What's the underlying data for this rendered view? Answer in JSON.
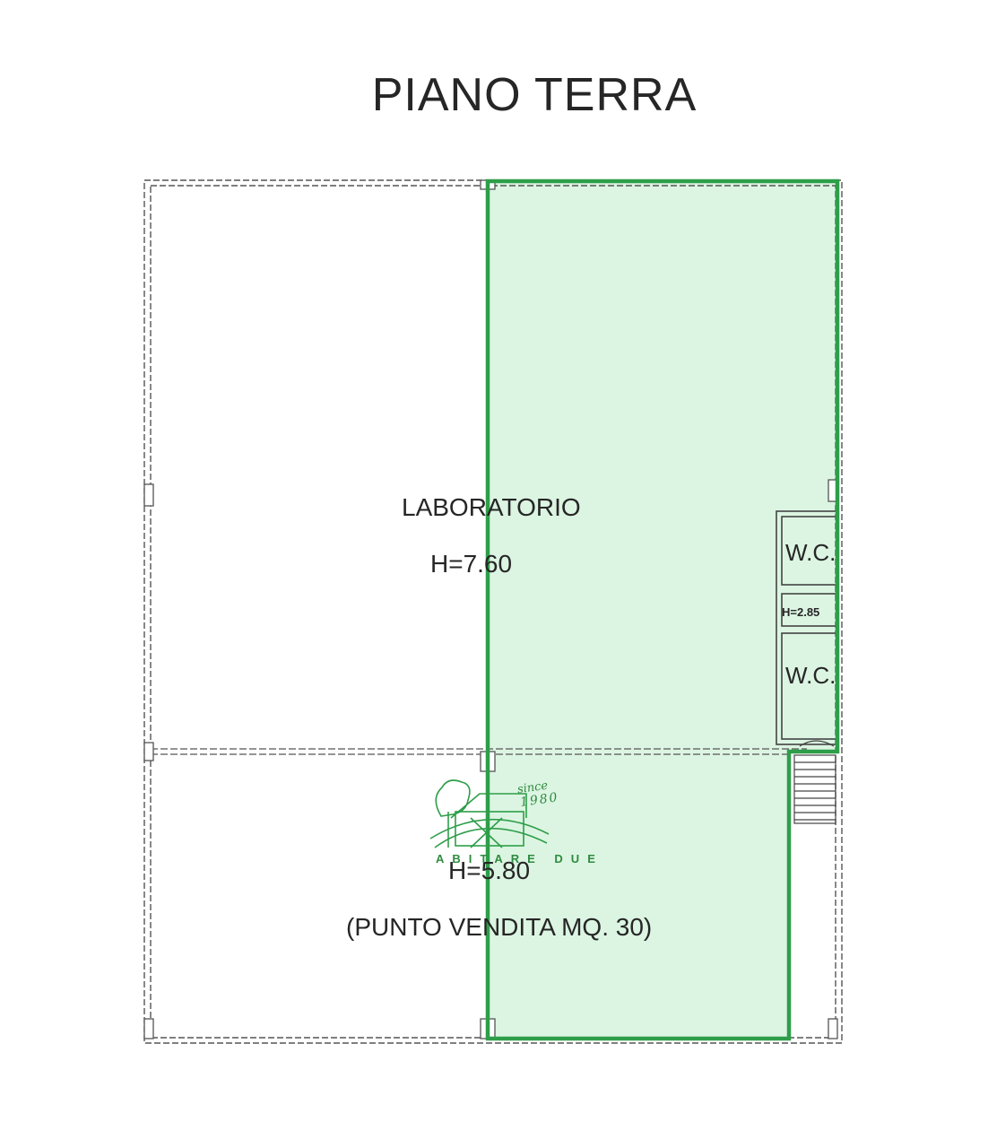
{
  "title": "PIANO TERRA",
  "rooms": {
    "main": {
      "name": "LABORATORIO",
      "height": "H=7.60"
    },
    "wc_top": {
      "name": "W.C."
    },
    "wc_height": "H=2.85",
    "wc_bottom": {
      "name": "W.C."
    },
    "lower": {
      "height": "H=5.80",
      "note": "(PUNTO VENDITA MQ. 30)"
    }
  },
  "logo": {
    "since": "since",
    "year": "1980",
    "name": "ABITARE DUE"
  },
  "colors": {
    "highlight_fill": "#dcf5e2",
    "highlight_stroke": "#2e9e49",
    "wall": "#555555"
  }
}
